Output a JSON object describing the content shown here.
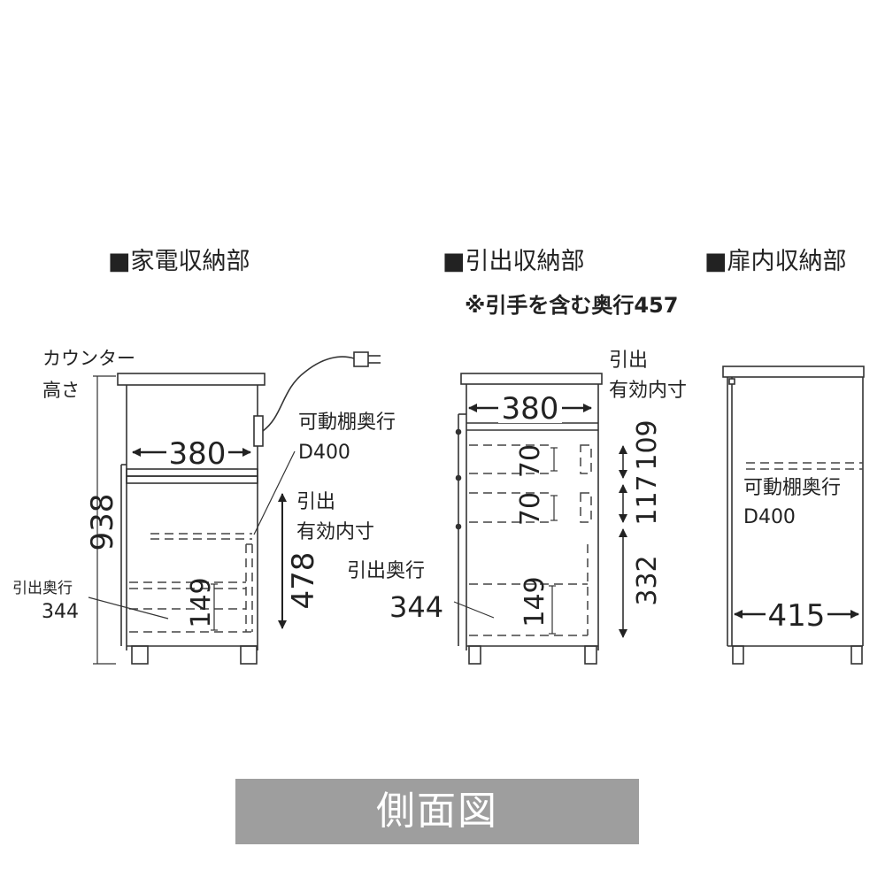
{
  "sections": {
    "appliance_storage": "■家電収納部",
    "drawer_storage": "■引出収納部",
    "door_storage": "■扉内収納部",
    "drawer_note": "※引手を含む奥行457"
  },
  "left_view": {
    "counter_height_line1": "カウンター",
    "counter_height_line2": "高さ",
    "height_938": "938",
    "depth_380": "380",
    "shelf_depth_line1": "可動棚奥行",
    "shelf_depth_line2": "D400",
    "drawer_inner_line1": "引出",
    "drawer_inner_line2": "有効内寸",
    "dim_478": "478",
    "dim_149": "149",
    "drawer_depth_line1": "引出奥行",
    "drawer_depth_line2": "344"
  },
  "center_view": {
    "drawer_inner_line1": "引出",
    "drawer_inner_line2": "有効内寸",
    "depth_380": "380",
    "dim_70_top": "70",
    "dim_70_mid": "70",
    "dim_109": "109",
    "dim_117": "117",
    "dim_332": "332",
    "dim_149": "149",
    "drawer_depth_line1": "引出奥行",
    "drawer_depth_line2": "344"
  },
  "right_view": {
    "shelf_depth_line1": "可動棚奥行",
    "shelf_depth_line2": "D400",
    "depth_415": "415"
  },
  "caption": "側面図",
  "colors": {
    "line": "#333333",
    "text": "#222222",
    "caption_bg": "#9e9e9e",
    "caption_text": "#ffffff"
  }
}
